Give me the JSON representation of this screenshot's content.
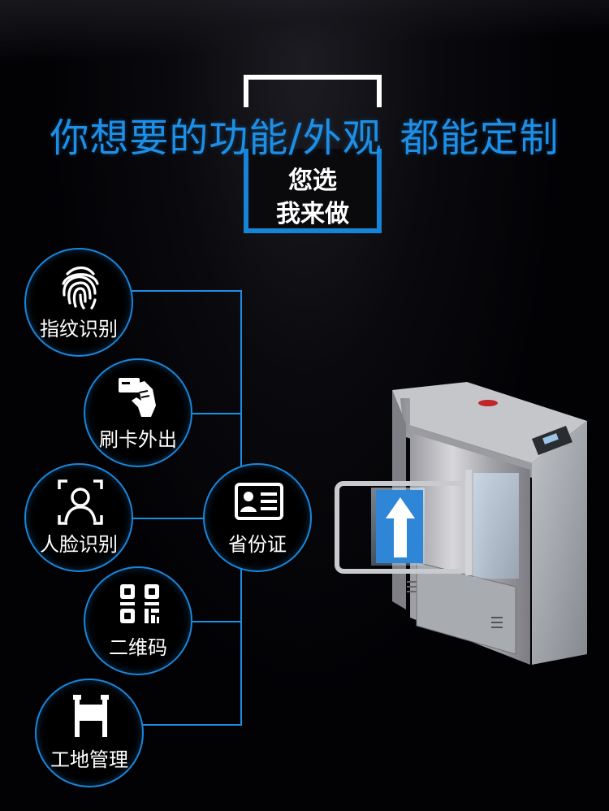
{
  "header": {
    "headline_part1": "你想要的功能/外观",
    "headline_part2": "都能定制",
    "slogan_line1": "您选",
    "slogan_line2": "我来做",
    "accent_color": "#1d8fe6"
  },
  "features": [
    {
      "label": "指纹识别",
      "icon": "fingerprint-icon"
    },
    {
      "label": "刷卡外出",
      "icon": "card-swipe-icon"
    },
    {
      "label": "人脸识别",
      "icon": "face-recognition-icon"
    },
    {
      "label": "二维码",
      "icon": "qr-code-icon"
    },
    {
      "label": "工地管理",
      "icon": "construction-site-icon"
    },
    {
      "label": "省份证",
      "icon": "id-card-icon"
    }
  ],
  "product": {
    "name_icon": "swing-turnstile-gate",
    "arrow_icon": "up-arrow-icon"
  }
}
